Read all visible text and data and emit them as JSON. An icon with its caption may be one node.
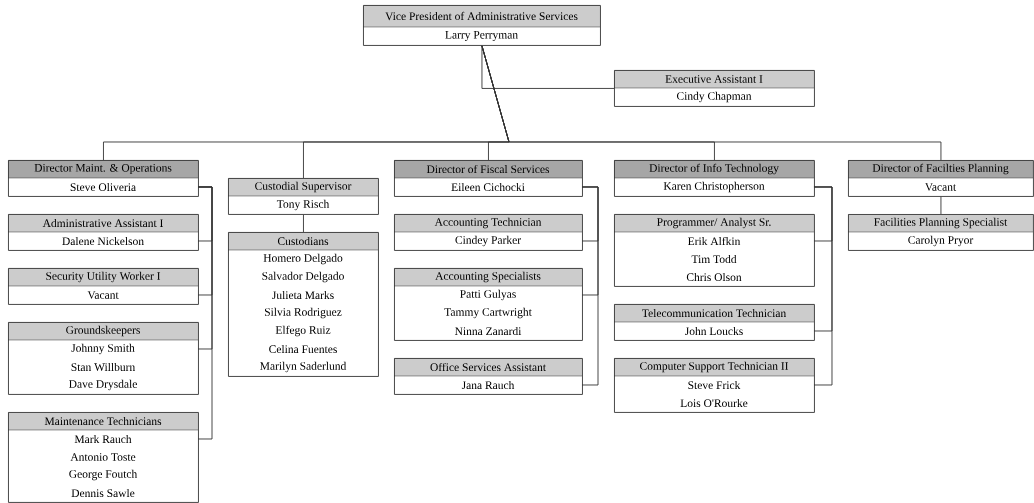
{
  "diagram": {
    "nodes": [
      {
        "text": [
          "Vice President of Administrative Services",
          "Larry Perryman"
        ]
      },
      {
        "text": [
          "Executive Assistant I",
          "Cindy Chapman"
        ]
      },
      {
        "text": [
          "Director Maint. & Operations",
          "Steve Oliveria"
        ]
      },
      {
        "text": [
          "Administrative Assistant I",
          "Dalene Nickelson"
        ]
      },
      {
        "text": [
          "Security Utility Worker I",
          "Vacant"
        ]
      },
      {
        "text": [
          "Groundskeepers",
          "Johnny Smith",
          "Stan Willburn",
          "Dave Drysdale"
        ]
      },
      {
        "text": [
          "Maintenance Technicians",
          "Mark Rauch",
          "Antonio Toste",
          "George Foutch",
          "Dennis Sawle"
        ]
      },
      {
        "text": [
          "Custodial Supervisor",
          "Tony Risch"
        ]
      },
      {
        "text": [
          "Custodians",
          "Homero Delgado",
          "Salvador Delgado",
          "Julieta Marks",
          "Silvia Rodriguez",
          "Elfego Ruiz",
          "Celina Fuentes",
          "Marilyn Saderlund"
        ]
      },
      {
        "text": [
          "Director of Fiscal Services",
          "Eileen Cichocki"
        ]
      },
      {
        "text": [
          "Accounting Technician",
          "Cindey Parker"
        ]
      },
      {
        "text": [
          "Accounting Specialists",
          "Patti Gulyas",
          "Tammy Cartwright",
          "Ninna Zanardi"
        ]
      },
      {
        "text": [
          "Office Services Assistant",
          "Jana Rauch"
        ]
      },
      {
        "text": [
          "Director of Info Technology",
          "Karen Christopherson"
        ]
      },
      {
        "text": [
          "Programmer/ Analyst Sr.",
          "Erik Alfkin",
          "Tim Todd",
          "Chris Olson"
        ]
      },
      {
        "text": [
          "Telecommunication Technician",
          "John Loucks"
        ]
      },
      {
        "text": [
          "Computer Support Technician II",
          "Steve Frick",
          "Lois O'Rourke"
        ]
      },
      {
        "text": [
          "Director of Facilties Planning",
          "Vacant"
        ]
      },
      {
        "text": [
          "Facilities Planning Specialist",
          "Carolyn Pryor"
        ]
      }
    ],
    "edges": [
      {
        "from": 0,
        "to": 1,
        "arrow": "none"
      },
      {
        "from": 0,
        "to": 2,
        "arrow": "none"
      },
      {
        "from": 0,
        "to": 7,
        "arrow": "none"
      },
      {
        "from": 0,
        "to": 9,
        "arrow": "none"
      },
      {
        "from": 0,
        "to": 13,
        "arrow": "none"
      },
      {
        "from": 0,
        "to": 17,
        "arrow": "none"
      },
      {
        "from": 2,
        "to": 3,
        "arrow": "none"
      },
      {
        "from": 2,
        "to": 4,
        "arrow": "none"
      },
      {
        "from": 2,
        "to": 5,
        "arrow": "none"
      },
      {
        "from": 2,
        "to": 6,
        "arrow": "none"
      },
      {
        "from": 7,
        "to": 8,
        "arrow": "none"
      },
      {
        "from": 9,
        "to": 10,
        "arrow": "none"
      },
      {
        "from": 9,
        "to": 11,
        "arrow": "none"
      },
      {
        "from": 9,
        "to": 12,
        "arrow": "none"
      },
      {
        "from": 13,
        "to": 14,
        "arrow": "none"
      },
      {
        "from": 13,
        "to": 15,
        "arrow": "none"
      },
      {
        "from": 13,
        "to": 16,
        "arrow": "none"
      },
      {
        "from": 17,
        "to": 18,
        "arrow": "none"
      }
    ]
  }
}
